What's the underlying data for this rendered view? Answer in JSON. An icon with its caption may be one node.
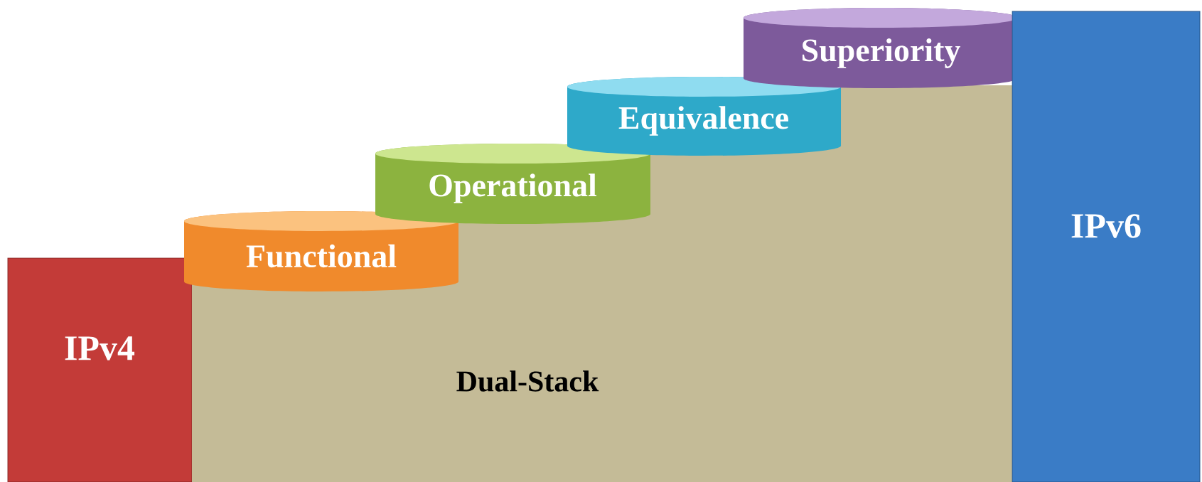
{
  "diagram": {
    "nodes": [
      {
        "text": [
          "IPv4"
        ]
      },
      {
        "text": [
          "Dual-Stack"
        ]
      },
      {
        "text": [
          "Functional"
        ]
      },
      {
        "text": [
          "Operational"
        ]
      },
      {
        "text": [
          "Equivalence"
        ]
      },
      {
        "text": [
          "Superiority"
        ]
      },
      {
        "text": [
          "IPv6"
        ]
      }
    ]
  }
}
